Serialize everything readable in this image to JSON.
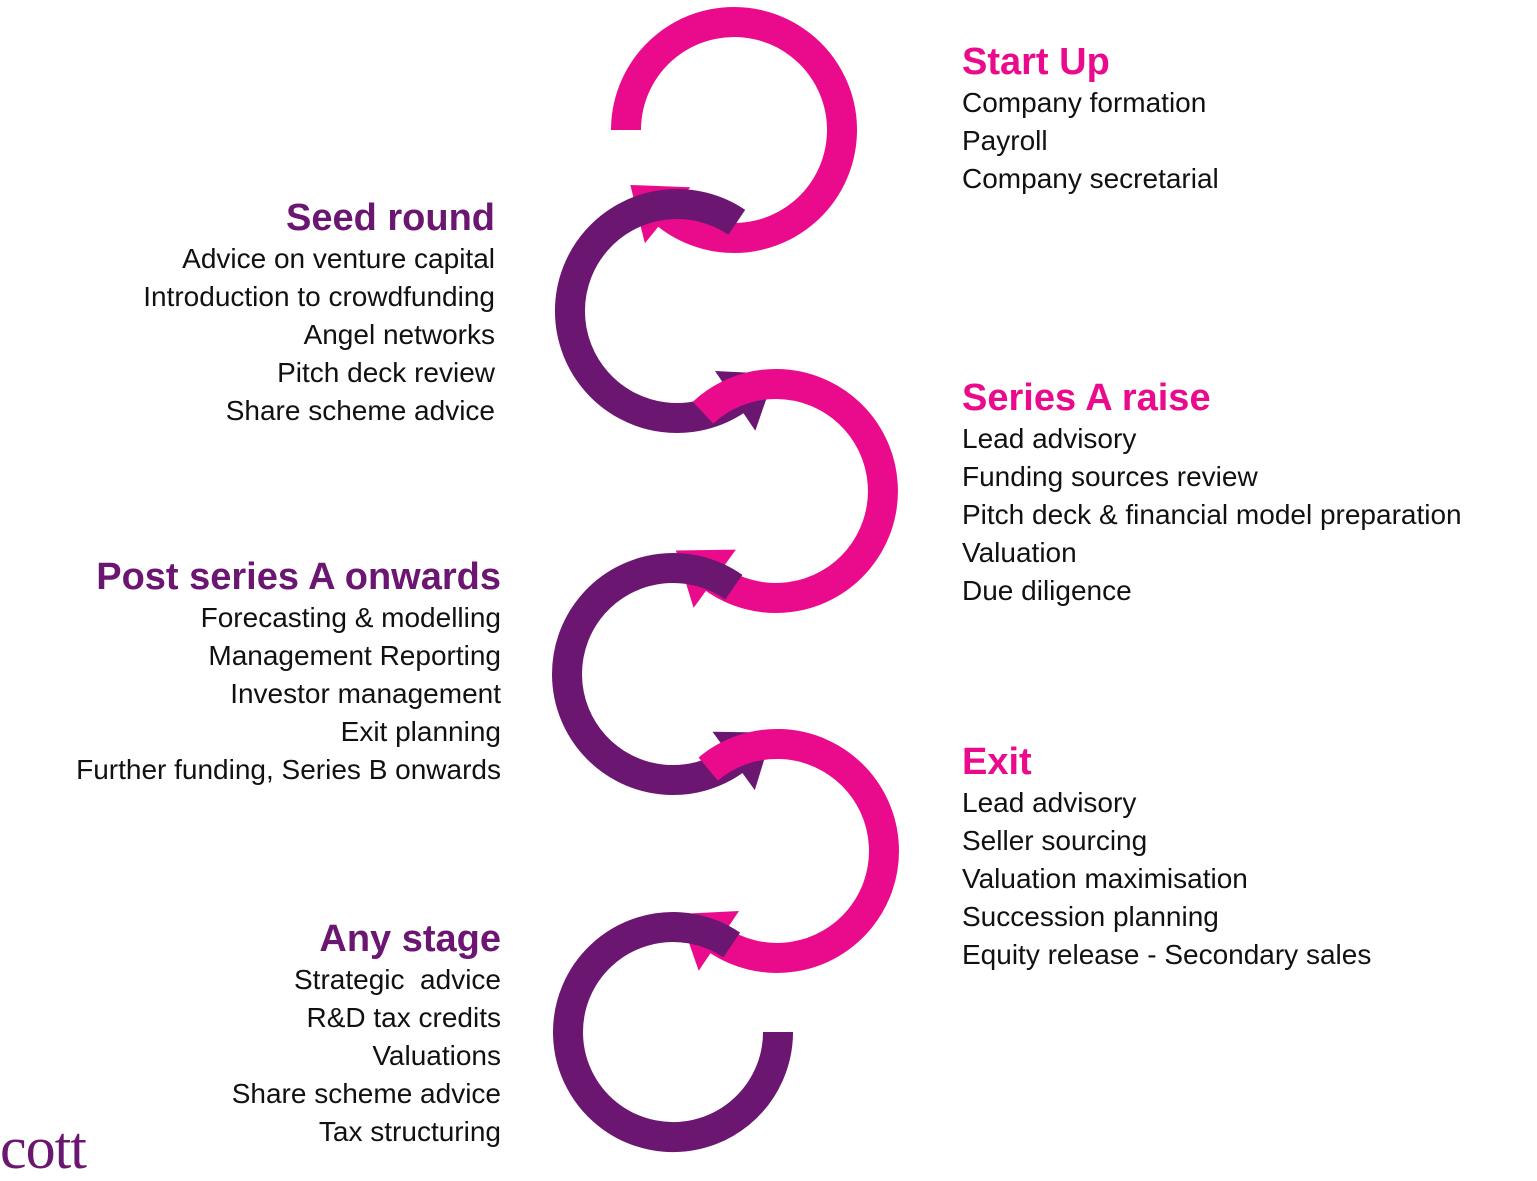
{
  "colors": {
    "pink": "#ea0b8c",
    "purple": "#6b1670",
    "text": "#111111"
  },
  "stages": {
    "start_up": {
      "title": "Start Up",
      "items": [
        "Company formation",
        "Payroll",
        "Company secretarial"
      ]
    },
    "seed_round": {
      "title": "Seed round",
      "items": [
        "Advice on venture capital",
        "Introduction to crowdfunding",
        "Angel networks",
        "Pitch deck review",
        "Share scheme advice"
      ]
    },
    "series_a": {
      "title": "Series A raise",
      "items": [
        "Lead advisory",
        "Funding sources review",
        "Pitch deck & financial model preparation",
        "Valuation",
        "Due diligence"
      ]
    },
    "post_series_a": {
      "title": "Post series A onwards",
      "items": [
        "Forecasting & modelling",
        "Management Reporting",
        "Investor management",
        "Exit planning",
        "Further funding, Series B onwards"
      ]
    },
    "exit": {
      "title": "Exit",
      "items": [
        "Lead advisory",
        "Seller sourcing",
        "Valuation maximisation",
        "Succession planning",
        "Equity release - Secondary sales"
      ]
    },
    "any_stage": {
      "title": "Any stage",
      "items": [
        "Strategic  advice",
        "R&D tax credits",
        "Valuations",
        "Share scheme advice",
        "Tax structuring"
      ]
    }
  },
  "logo": {
    "text": "cott"
  }
}
